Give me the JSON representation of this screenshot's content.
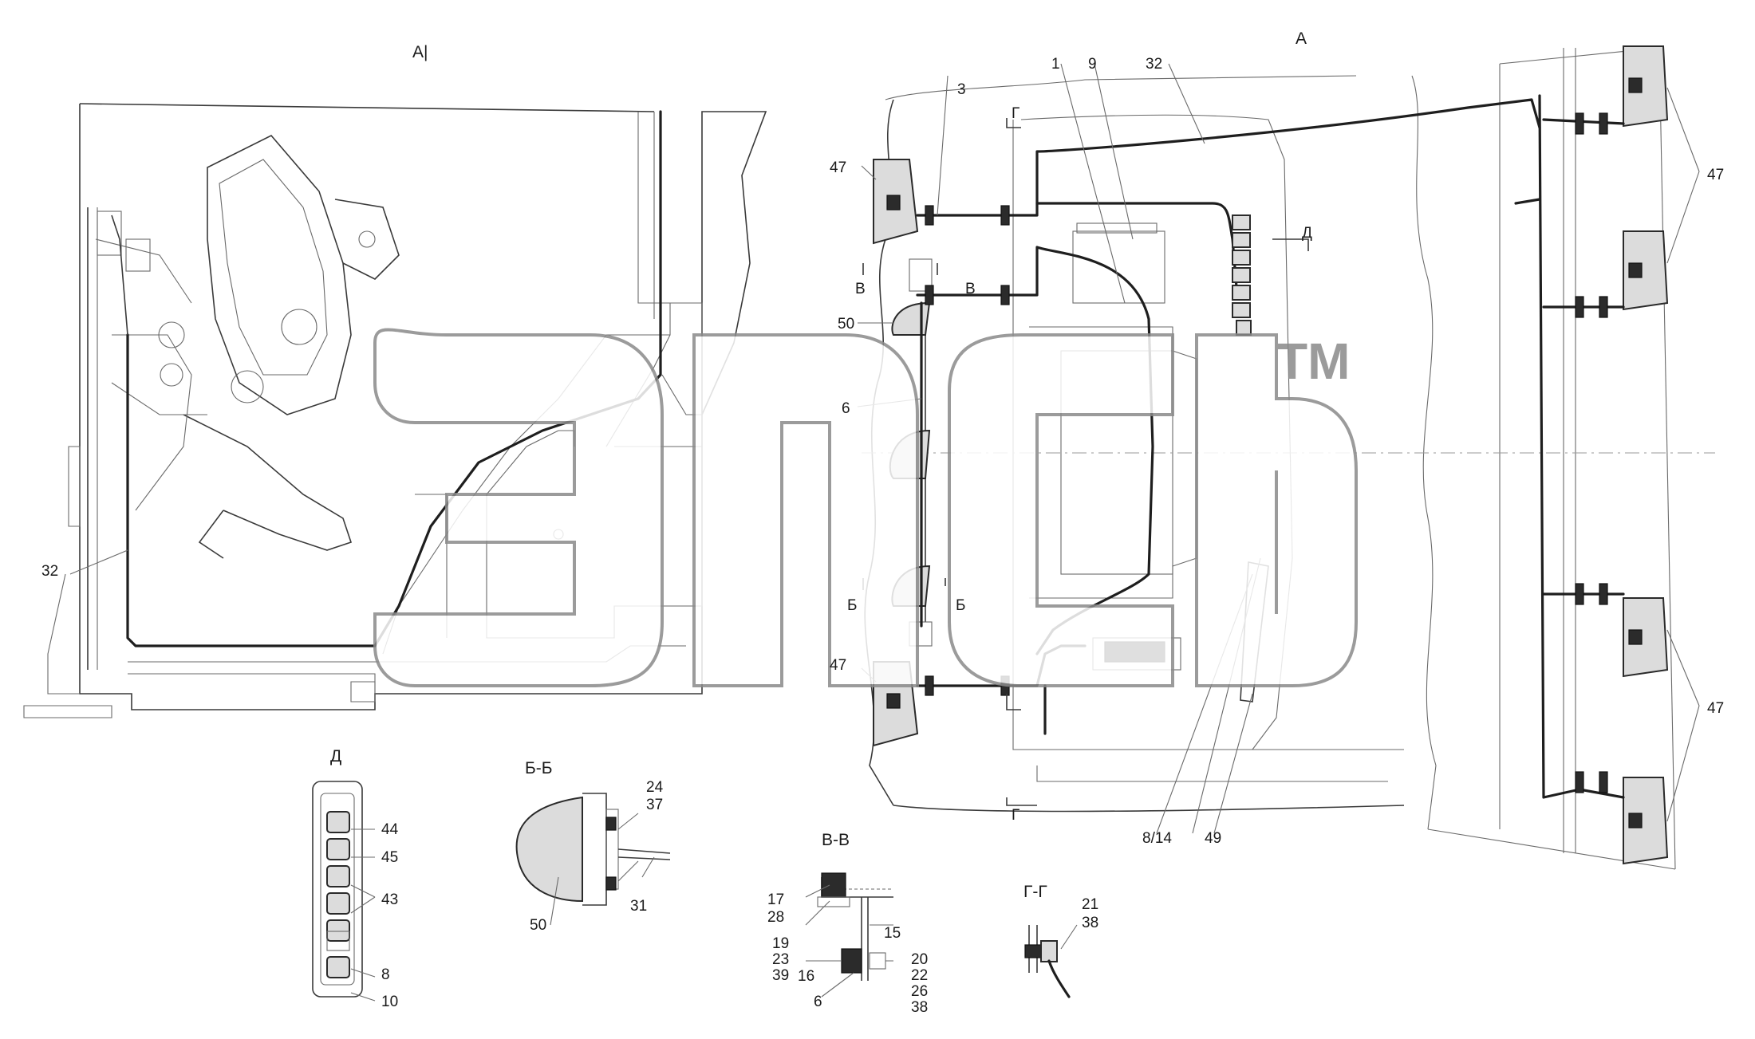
{
  "views": {
    "a1": "А|",
    "a": "А",
    "d": "Д",
    "bb": "Б-Б",
    "vv": "В-В",
    "gg": "Г-Г"
  },
  "marks": {
    "v": "В",
    "b": "Б",
    "g": "Г",
    "d": "Д"
  },
  "callouts": {
    "c32_left": "32",
    "c3": "3",
    "c1": "1",
    "c9": "9",
    "c32_top": "32",
    "c47_tl": "47",
    "c47_bl": "47",
    "c47_tr": "47",
    "c47_br": "47",
    "c50": "50",
    "c6": "6",
    "c8_14": "8/14",
    "c49": "49",
    "d_44": "44",
    "d_45": "45",
    "d_43": "43",
    "d_8": "8",
    "d_10": "10",
    "bb_24": "24",
    "bb_37": "37",
    "bb_31": "31",
    "bb_50": "50",
    "vv_17": "17",
    "vv_28": "28",
    "vv_19": "19",
    "vv_23": "23",
    "vv_39": "39",
    "vv_16": "16",
    "vv_6": "6",
    "vv_15": "15",
    "vv_20": "20",
    "vv_22": "22",
    "vv_26": "26",
    "vv_38": "38",
    "gg_21": "21",
    "gg_38": "38"
  },
  "watermark": {
    "text": "ЭПС",
    "tm": "TM"
  },
  "icons": [
    "lamp-icon",
    "switch-icon",
    "connector-icon"
  ],
  "colors": {
    "line": "#3a3a3a",
    "harness": "#1e1e1e",
    "watermark": "#8a8a8a"
  }
}
